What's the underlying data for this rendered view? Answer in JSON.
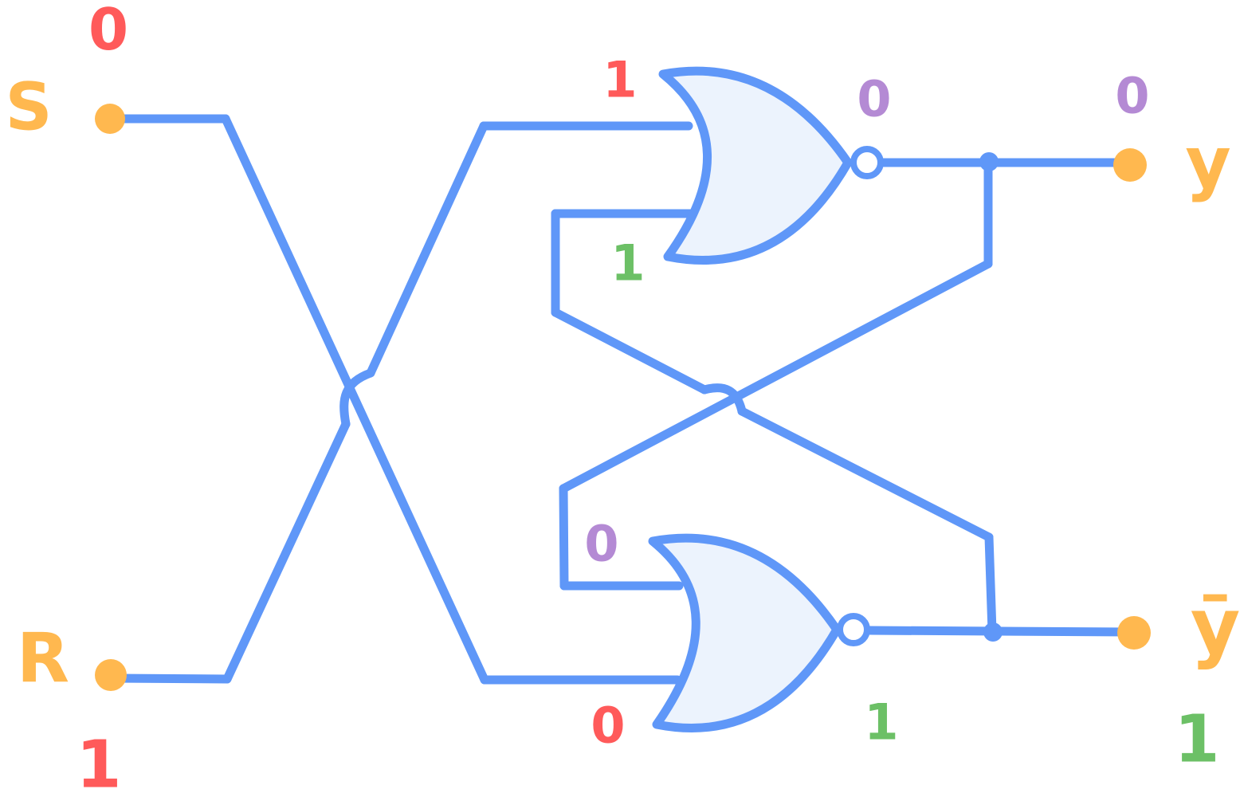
{
  "colors": {
    "wire": "#5f97f8",
    "gate_fill": "#ecf3fd",
    "terminal": "#ffb84f",
    "red": "#ff5a5a",
    "green": "#6cc066",
    "purple": "#b48ad4",
    "orange": "#ffb84f"
  },
  "inputs": {
    "s_label": "S",
    "s_value": "0",
    "r_label": "R",
    "r_value": "1"
  },
  "outputs": {
    "q_label": "y",
    "q_value": "0",
    "qbar_label": "ȳ",
    "qbar_value": "1"
  },
  "top_gate": {
    "input1_value": "1",
    "input2_value": "1",
    "output_value": "0"
  },
  "bottom_gate": {
    "input1_value": "0",
    "input2_value": "0",
    "output_value": "1"
  }
}
